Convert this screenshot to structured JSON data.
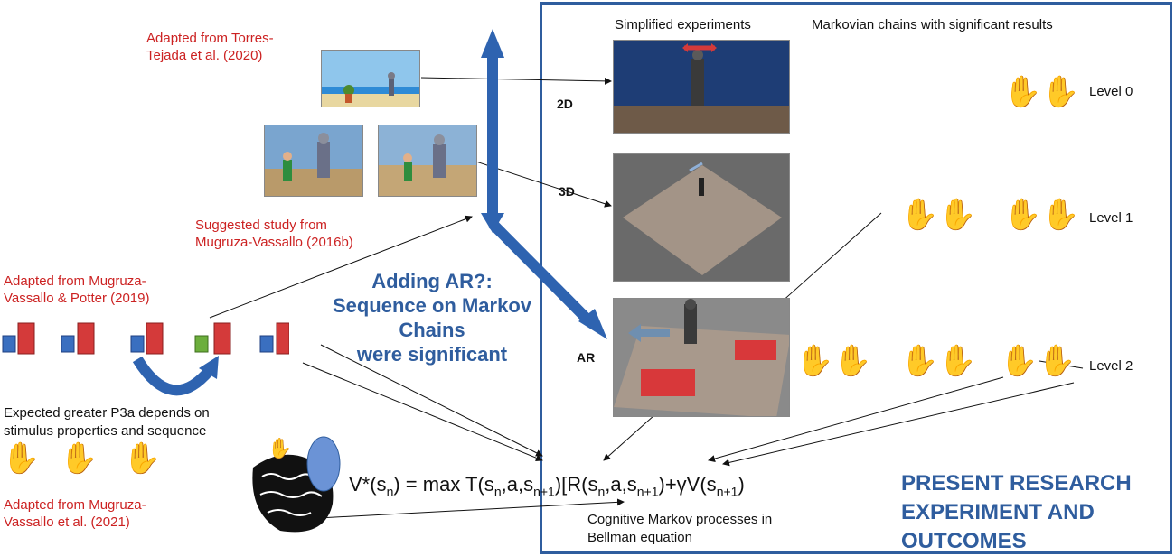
{
  "sources": {
    "torres": "Adapted from Torres-\nTejada et al. (2020)",
    "suggested": "Suggested study from\nMugruza-Vassallo (2016b)",
    "potter": "Adapted from Mugruza-\nVassallo & Potter (2019)",
    "mv2021": "Adapted from Mugruza-\nVassallo et al. (2021)"
  },
  "expected_p3a": "Expected greater P3a depends on\nstimulus properties and sequence",
  "adding_ar": "Adding AR?:\nSequence on Markov\nChains\nwere significant",
  "headers": {
    "simplified": "Simplified experiments",
    "markovian": "Markovian chains with significant results"
  },
  "exp_labels": {
    "d2": "2D",
    "d3": "3D",
    "ar": "AR"
  },
  "levels": [
    "Level 0",
    "Level 1",
    "Level 2"
  ],
  "equation": {
    "lhs": "V*(s",
    "sub_n": "n",
    "mid": ") = max T(s",
    "sub_n2": "n",
    "args1": ",a,s",
    "sub_n1": "n+1",
    "bracket_open": ")[R(s",
    "sub_n3": "n",
    "args2": ",a,s",
    "sub_n4": "n+1",
    "gamma": ")+γV(s",
    "sub_n5": "n+1",
    "close": ")"
  },
  "bellman_caption": "Cognitive Markov processes in\nBellman equation",
  "present_research": "PRESENT RESEARCH\nEXPERIMENT AND\nOUTCOMES",
  "colors": {
    "panel_border": "#2f5d9e",
    "source_red": "#cc2222",
    "arrow_blue": "#2e63b0",
    "hand": "#e8b98a",
    "stim_red": "#d43a3a",
    "stim_blue": "#3a6fc0",
    "stim_green": "#6cae3c"
  }
}
